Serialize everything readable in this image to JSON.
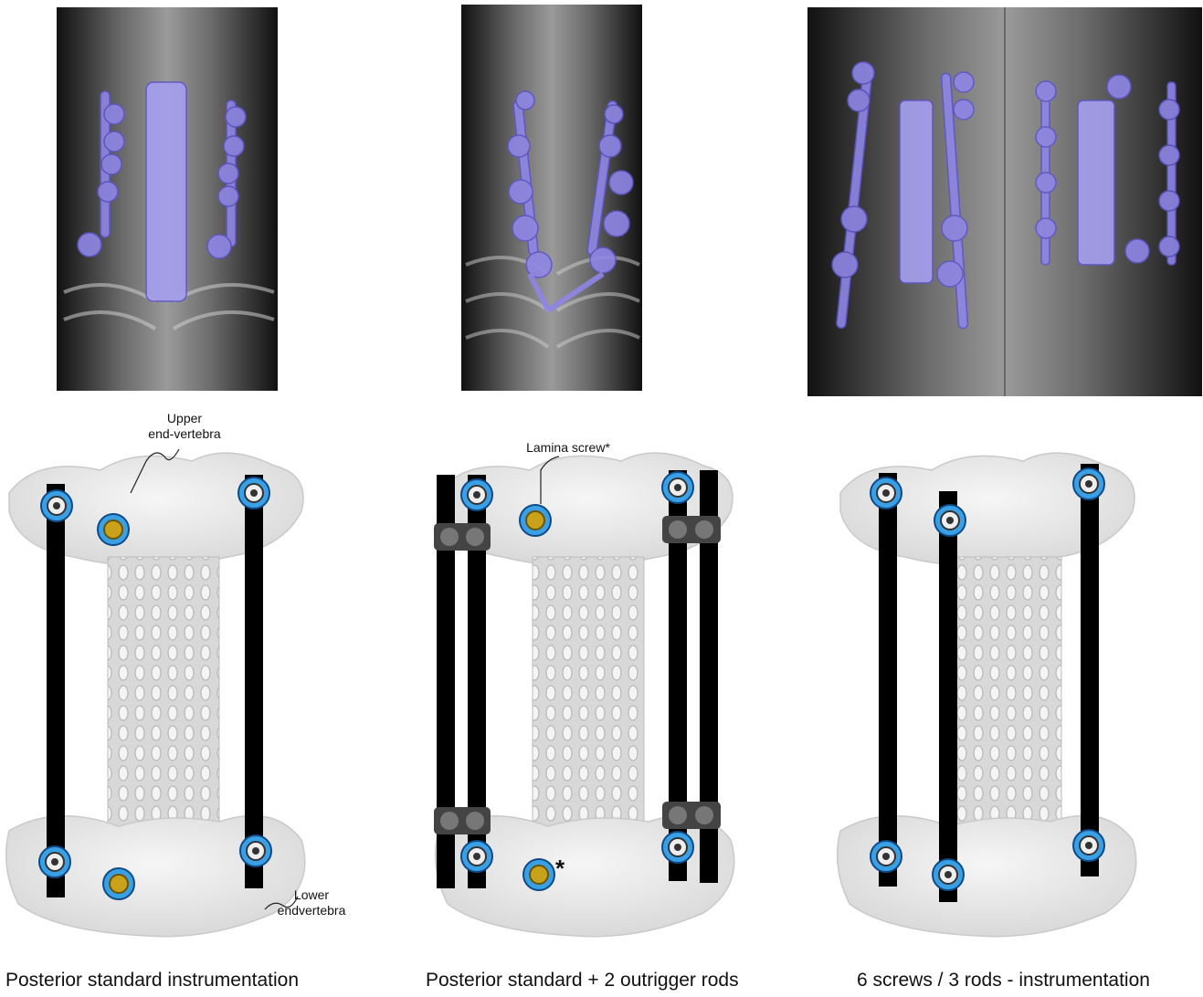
{
  "panels": [
    {
      "id": "standard",
      "caption": "Posterior standard instrumentation"
    },
    {
      "id": "outrigger",
      "caption": "Posterior standard + 2 outrigger rods"
    },
    {
      "id": "three-rods",
      "caption": "6 screws / 3 rods - instrumentation"
    }
  ],
  "annotations": {
    "upper_line1": "Upper",
    "upper_line2": "end-vertebra",
    "lower_line1": "Lower",
    "lower_line2": "endvertebra",
    "lamina": "Lamina screw*",
    "asterisk": "*"
  },
  "colors": {
    "implant_purple": "#8f86e6",
    "screw_blue": "#3aa0e6",
    "lamina_gold": "#c9a21a",
    "rod_black": "#000000",
    "xray_dark": "#1a1a1a"
  }
}
